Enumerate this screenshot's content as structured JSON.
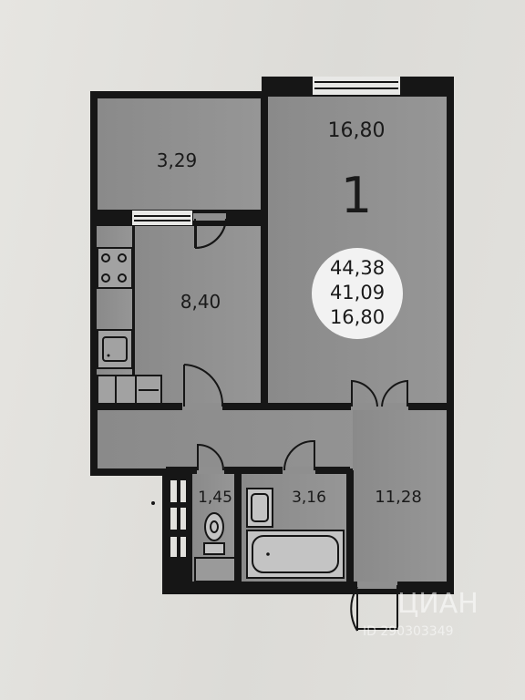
{
  "rooms": {
    "storage": {
      "area": "3,29"
    },
    "kitchen": {
      "area": "8,40"
    },
    "living": {
      "area": "16,80",
      "number": "1"
    },
    "toilet": {
      "area": "1,45"
    },
    "bathroom": {
      "area": "3,16"
    },
    "hall": {
      "area": "11,28"
    }
  },
  "summary": {
    "total_area": "44,38",
    "usable_area": "41,09",
    "living_area": "16,80"
  },
  "watermark": {
    "brand": "ЦИАН",
    "id": "ID 290303349"
  },
  "colors": {
    "wall": "#161616",
    "floor": "#8f8f8f",
    "background": "#e0dfdb",
    "badge": "#f2f2f2"
  }
}
